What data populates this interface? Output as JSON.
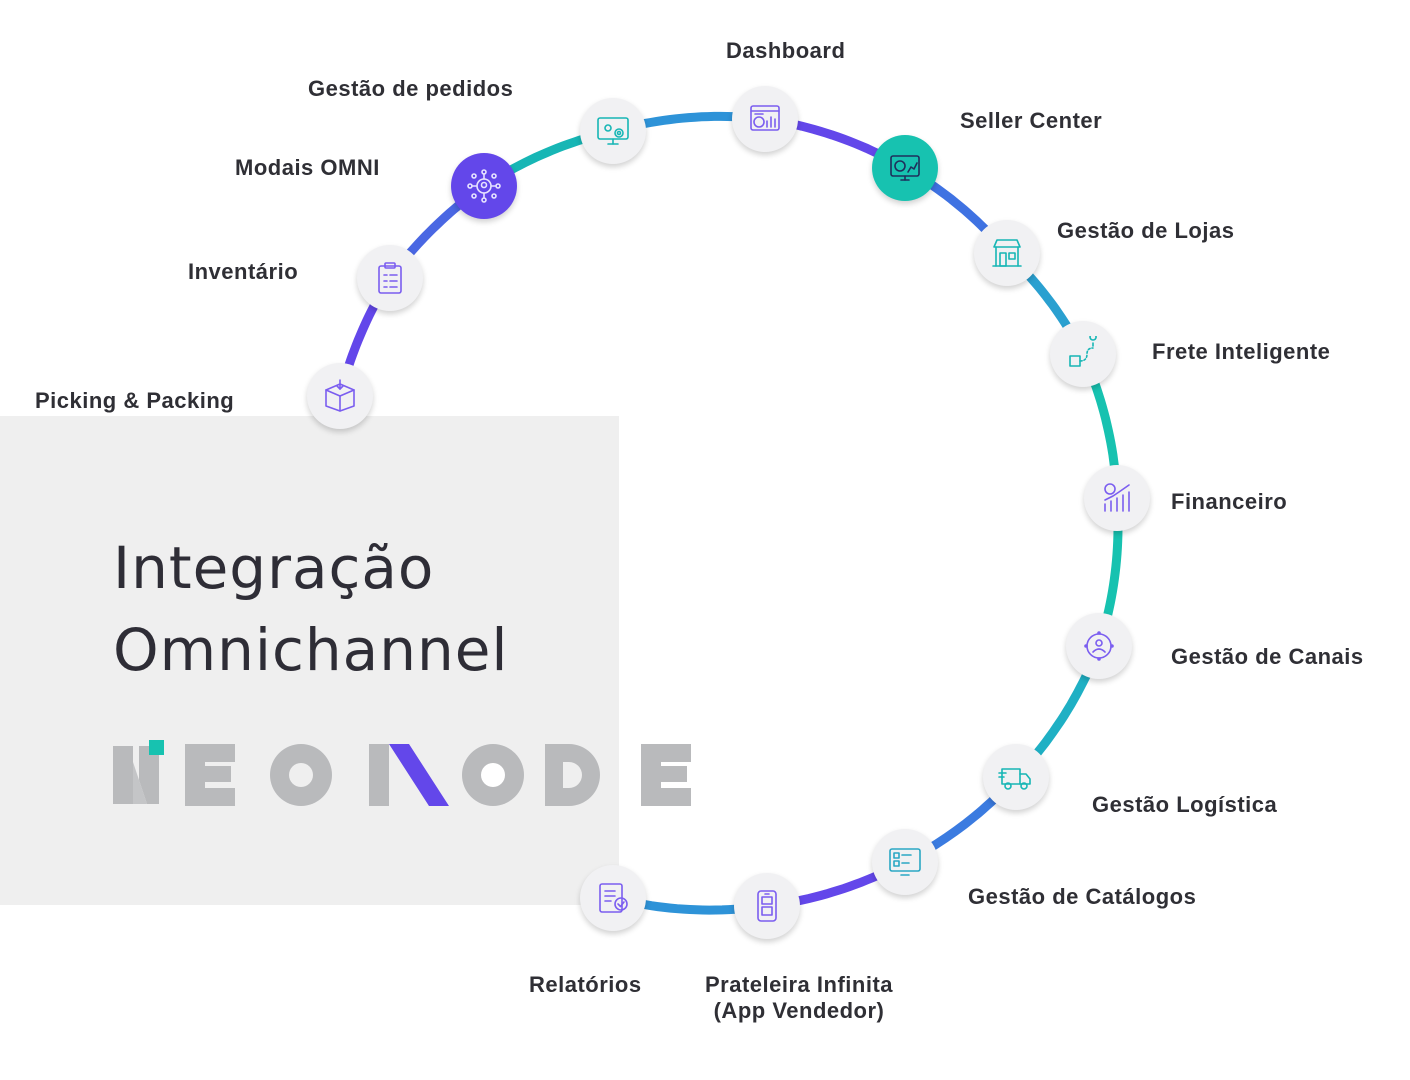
{
  "title": {
    "line1": "Integração",
    "line2": "Omnichannel"
  },
  "brand": {
    "name": "NEOMODE"
  },
  "colors": {
    "teal": "#17c2b0",
    "purple": "#6347ea",
    "blue": "#3b7be0",
    "panel": "#efefef"
  },
  "modules": [
    {
      "id": "dashboard",
      "label": "Dashboard",
      "icon": "dashboard-icon"
    },
    {
      "id": "seller-center",
      "label": "Seller Center",
      "icon": "seller-center-icon",
      "highlight": "teal"
    },
    {
      "id": "gestao-lojas",
      "label": "Gestão de Lojas",
      "icon": "store-icon"
    },
    {
      "id": "frete",
      "label": "Frete Inteligente",
      "icon": "shipping-route-icon"
    },
    {
      "id": "financeiro",
      "label": "Financeiro",
      "icon": "finance-chart-icon"
    },
    {
      "id": "canais",
      "label": "Gestão de Canais",
      "icon": "channels-icon"
    },
    {
      "id": "logistica",
      "label": "Gestão Logística",
      "icon": "truck-icon"
    },
    {
      "id": "catalogos",
      "label": "Gestão de Catálogos",
      "icon": "catalog-monitor-icon"
    },
    {
      "id": "prateleira",
      "label": "Prateleira Infinita",
      "label2": "(App Vendedor)",
      "icon": "mobile-app-icon"
    },
    {
      "id": "relatorios",
      "label": "Relatórios",
      "icon": "report-icon"
    },
    {
      "id": "picking",
      "label": "Picking & Packing",
      "icon": "box-icon"
    },
    {
      "id": "inventario",
      "label": "Inventário",
      "icon": "clipboard-icon"
    },
    {
      "id": "modais",
      "label": "Modais OMNI",
      "icon": "omni-network-icon",
      "highlight": "purple"
    },
    {
      "id": "pedidos",
      "label": "Gestão de pedidos",
      "icon": "order-settings-icon"
    }
  ]
}
